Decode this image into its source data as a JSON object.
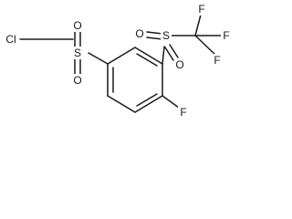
{
  "molecule": {
    "atoms": {
      "cl": "Cl",
      "s1": "S",
      "o1a": "O",
      "o1b": "O",
      "s2": "S",
      "o2a": "O",
      "o2b": "O",
      "f_ring": "F",
      "f_cf3_a": "F",
      "f_cf3_b": "F",
      "f_cf3_c": "F"
    }
  },
  "colors": {
    "ink": "#1a1a1a",
    "background": "#ffffff"
  }
}
